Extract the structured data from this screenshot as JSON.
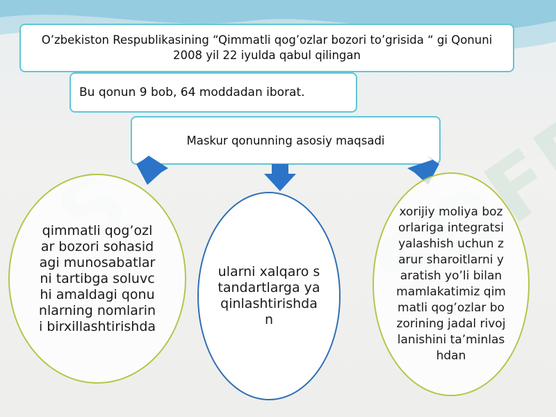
{
  "colors": {
    "box_border": "#5fc6d6",
    "arrow_fill": "#2b74c8",
    "left_right_ellipse_border": "#b3c64a",
    "middle_ellipse_border": "#2f6fb3"
  },
  "title": "O’zbekiston Respublikasining  “Qimmatli qog’ozlar bozori to’grisida “ gi Qonuni 2008 yil 22 iyulda qabul qilingan",
  "info": "Bu qonun 9 bob, 64 moddadan iborat.",
  "center": "Maskur qonunning asosiy maqsadi",
  "goals": {
    "left": "qimmatli qog’ozlar bozori sohasidagi munosabatlarni tartibga soluvchi amaldagi qonunlarning nomlarini birxillashtirishda",
    "middle": "ularni xalqaro standartlarga yaqinlashtirishdan",
    "right": "xorijiy moliya bozorlariga integratsiyalashish uchun zarur sharoitlarni yaratish yo’li bilan mamlakatimiz qimmatli qog’ozlar bozorining jadal rivojlanishini ta’minlashdan"
  }
}
